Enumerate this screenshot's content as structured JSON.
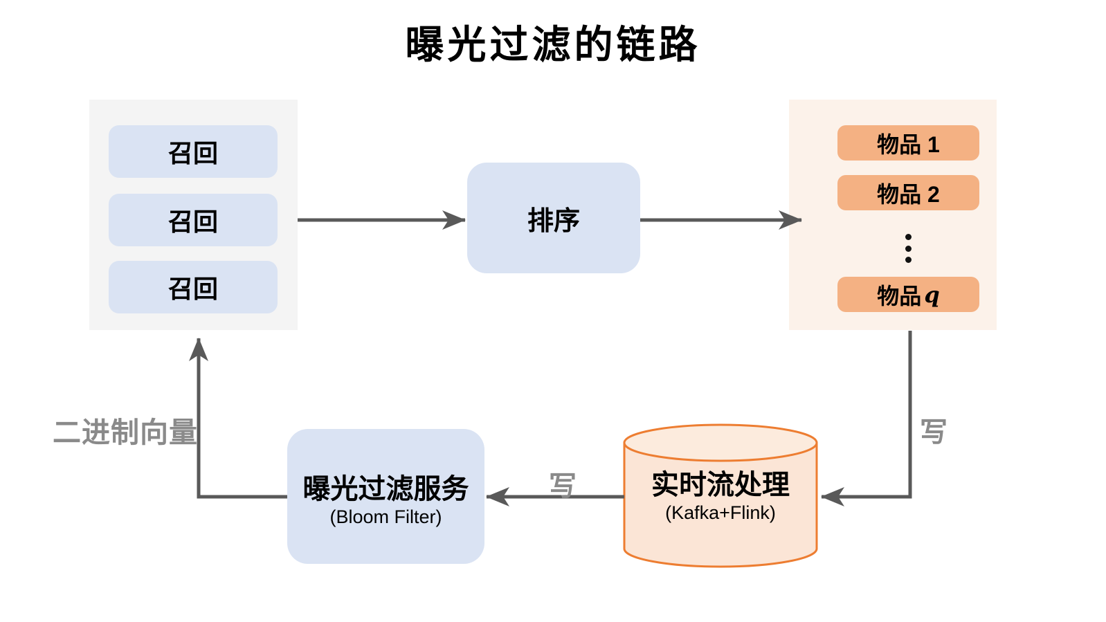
{
  "title": "曝光过滤的链路",
  "recall_panel": {
    "items": [
      "召回",
      "召回",
      "召回"
    ]
  },
  "ranking_box": {
    "label": "排序"
  },
  "items_panel": {
    "items": [
      "物品 1",
      "物品 2"
    ],
    "item_q": {
      "prefix": "物品 ",
      "var": "q"
    }
  },
  "filter_box": {
    "label": "曝光过滤服务",
    "sublabel": "(Bloom Filter)"
  },
  "stream_db": {
    "label": "实时流处理",
    "sublabel": "(Kafka+Flink)"
  },
  "edge_labels": {
    "binary_vector": "二进制向量",
    "write_mid": "写",
    "write_right": "写"
  },
  "colors": {
    "blue_box": "#dae3f3",
    "orange_box": "#f4b183",
    "recall_panel_bg": "#f4f4f4",
    "items_panel_bg": "#fcf2ea",
    "cylinder_fill": "#fbe5d6",
    "cylinder_stroke": "#ed7d31",
    "arrow": "#595959",
    "edge_label_gray": "#8a8a8a"
  }
}
